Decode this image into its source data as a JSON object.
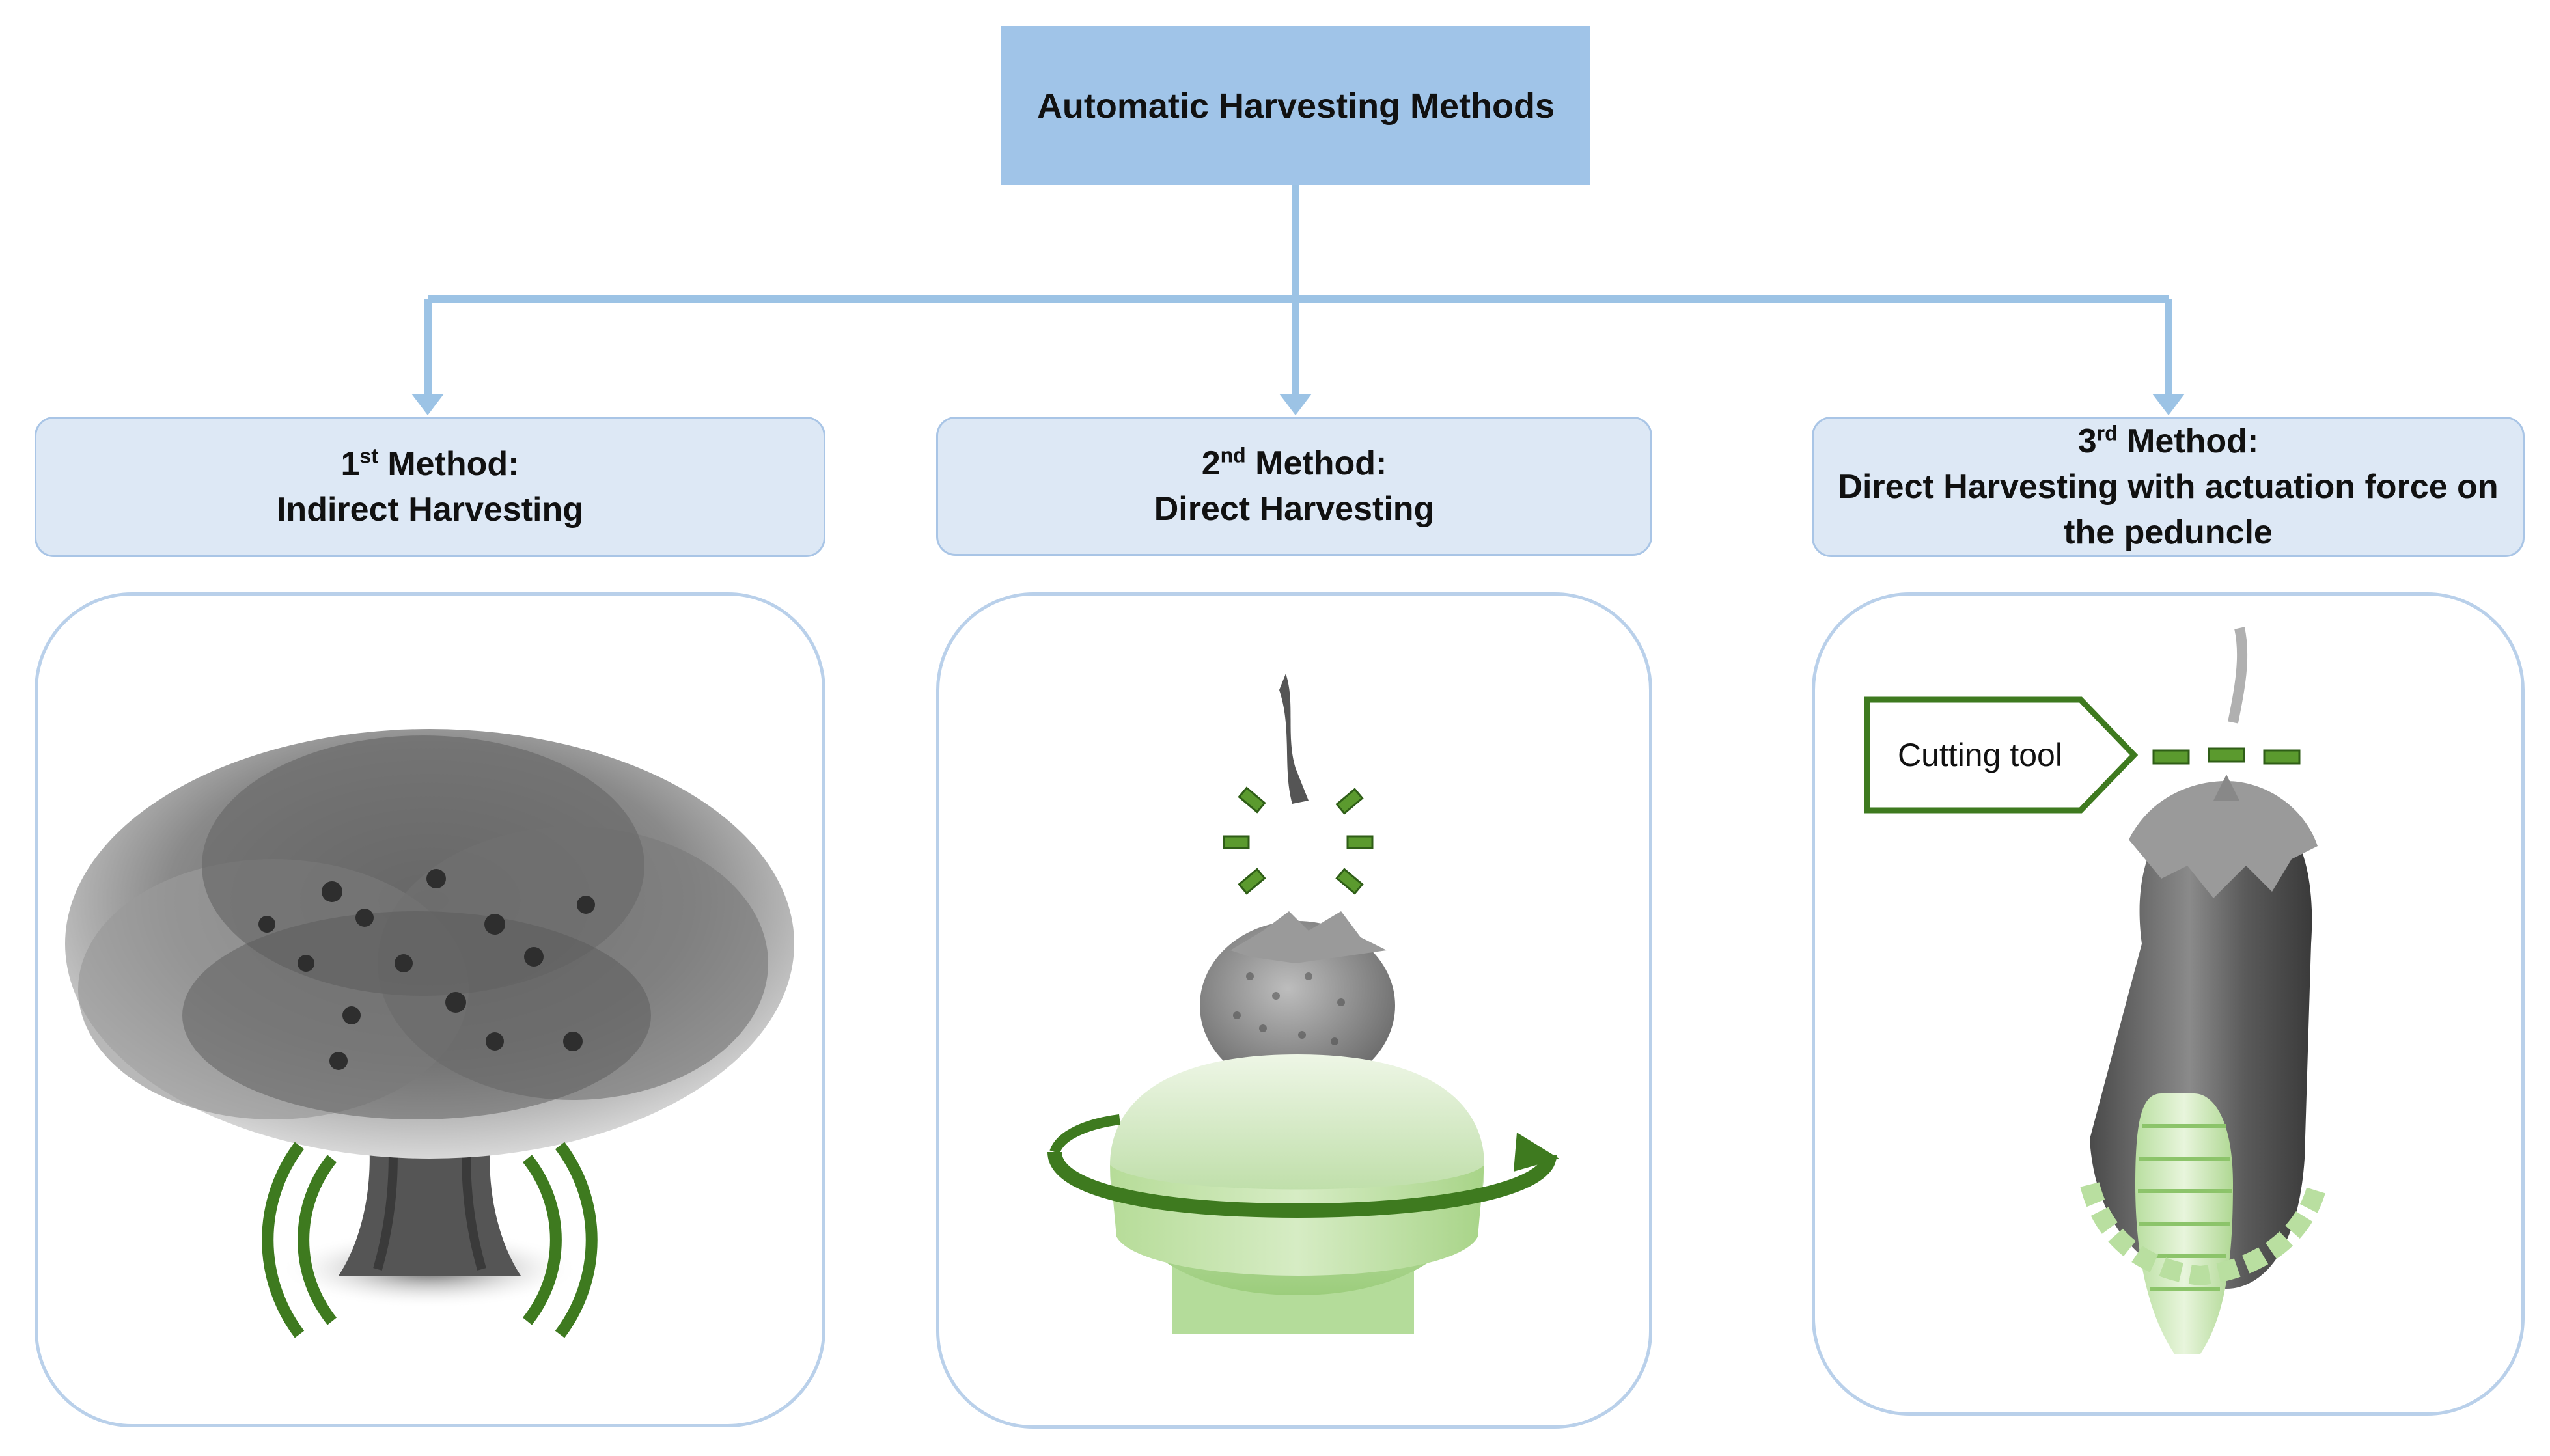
{
  "root": {
    "title": "Automatic Harvesting Methods"
  },
  "methods": [
    {
      "ordinal": "1",
      "suffix": "st",
      "label": " Method:",
      "name": "Indirect Harvesting"
    },
    {
      "ordinal": "2",
      "suffix": "nd",
      "label": " Method:",
      "name": "Direct Harvesting"
    },
    {
      "ordinal": "3",
      "suffix": "rd",
      "label": " Method:",
      "name": "Direct Harvesting with actuation force on the peduncle"
    }
  ],
  "callout": {
    "text": "Cutting tool"
  },
  "colors": {
    "root_fill": "#a0c4e8",
    "connector": "#9cc3e5",
    "box_fill": "#dde8f5",
    "accent_green": "#3e7a1f",
    "light_green": "#c8e3b0"
  },
  "icons": [
    "tree-icon",
    "vibration-icon",
    "strawberry-icon",
    "gripper-icon",
    "rotation-arrow-icon",
    "eggplant-icon",
    "cutting-line-icon"
  ]
}
